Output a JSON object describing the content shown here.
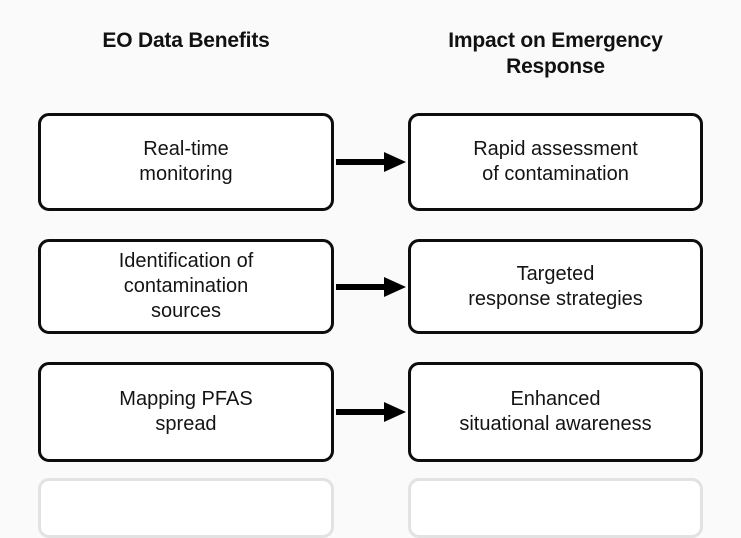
{
  "diagram": {
    "type": "two-column-flowchart",
    "background_color": "#fafafa",
    "box_fill_color": "#ffffff",
    "box_border_color": "#0d0d0d",
    "text_color": "#141414",
    "arrow_color": "#000000",
    "headers": {
      "left": "EO Data Benefits",
      "right": "Impact on Emergency\nResponse"
    },
    "rows": [
      {
        "left": "Real-time\nmonitoring",
        "right": "Rapid assessment\nof contamination",
        "connector": "arrow-right"
      },
      {
        "left": "Identification of\ncontamination\nsources",
        "right": "Targeted\nresponse strategies",
        "connector": "arrow-right"
      },
      {
        "left": "Mapping PFAS\nspread",
        "right": "Enhanced\nsituational awareness",
        "connector": "arrow-right"
      },
      {
        "left": "",
        "right": "",
        "connector": "arrow-right"
      }
    ]
  }
}
